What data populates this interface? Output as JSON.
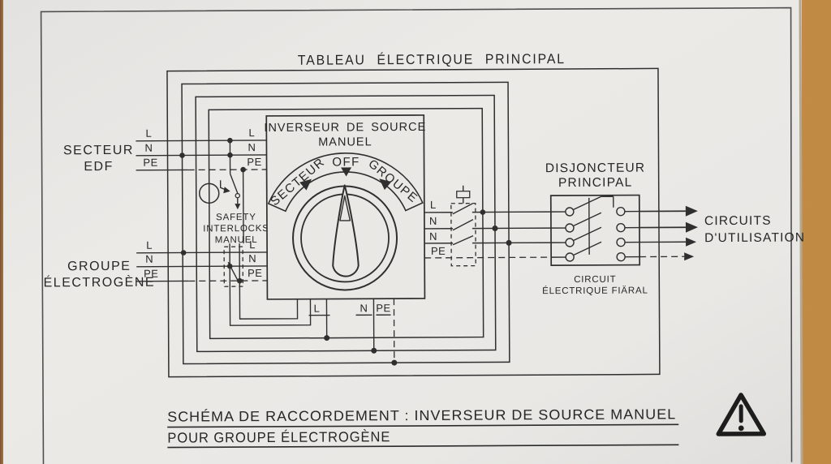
{
  "photo": {
    "paper_color": "#e9e8e5",
    "wood_color": "#c0854e",
    "ink_color": "#2b2b2b"
  },
  "header": {
    "title": "TABLEAU ÉLECTRIQUE PRINCIPAL"
  },
  "sources": {
    "secteur": {
      "label_line1": "SECTEUR",
      "label_line2": "EDF",
      "terminals": [
        "L",
        "N",
        "PE"
      ]
    },
    "groupe": {
      "label_line1": "GROUPE",
      "label_line2": "ÉLECTROGÈNE",
      "terminals": [
        "L",
        "N",
        "PE"
      ]
    }
  },
  "interlock": {
    "line1": "SAFETY",
    "line2": "INTERLOCKS",
    "line3": "MANUEL"
  },
  "inverseur": {
    "title_line1": "INVERSEUR DE SOURCE",
    "title_line2": "MANUEL",
    "position_left": "SECTEUR",
    "position_center": "OFF",
    "position_right": "GROUPE",
    "right_terminals": [
      "L",
      "N",
      "N",
      "PE"
    ],
    "bottom_terminals": [
      "L",
      "N",
      "PE"
    ]
  },
  "disjoncteur": {
    "title_line1": "DISJONCTEUR",
    "title_line2": "PRINCIPAL",
    "subtitle_line1": "CIRCUIT",
    "subtitle_line2": "ÉLECTRIQUE FIÄRAL"
  },
  "output": {
    "line1": "CIRCUITS",
    "line2": "D'UTILISATION"
  },
  "caption": {
    "line1": "SCHÉMA DE RACCORDEMENT : INVERSEUR DE SOURCE MANUEL",
    "line2": "POUR GROUPE ÉLECTROGÈNE"
  },
  "icons": {
    "warning": "warning-triangle-icon",
    "lamp": "indicator-lamp-icon"
  }
}
